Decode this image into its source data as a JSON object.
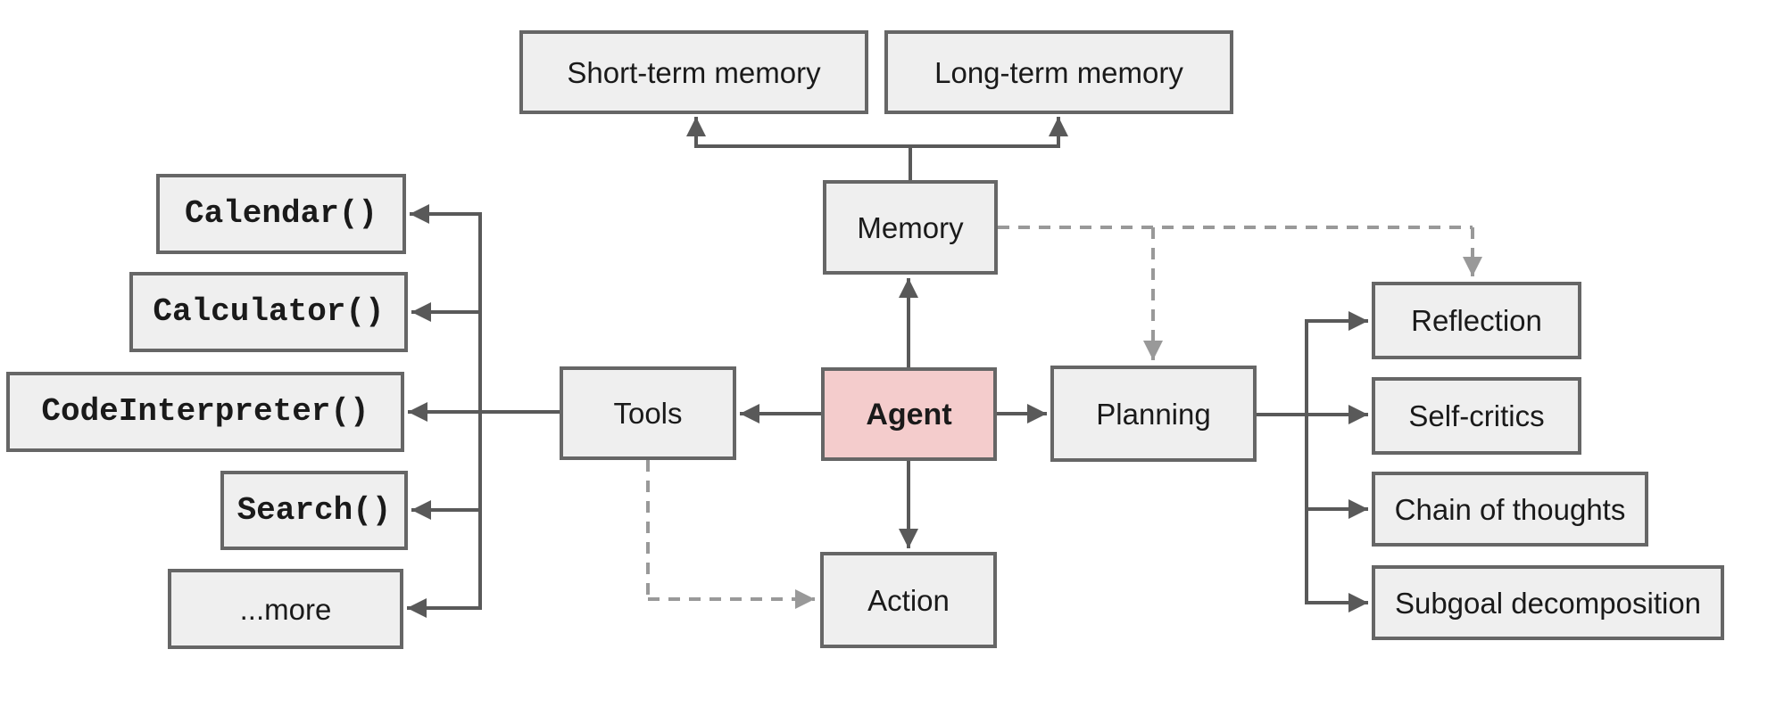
{
  "diagram": {
    "nodes": {
      "short_term_memory": {
        "label": "Short-term memory"
      },
      "long_term_memory": {
        "label": "Long-term memory"
      },
      "memory": {
        "label": "Memory"
      },
      "agent": {
        "label": "Agent"
      },
      "tools": {
        "label": "Tools"
      },
      "planning": {
        "label": "Planning"
      },
      "action": {
        "label": "Action"
      },
      "calendar": {
        "label": "Calendar()"
      },
      "calculator": {
        "label": "Calculator()"
      },
      "code_interpreter": {
        "label": "CodeInterpreter()"
      },
      "search": {
        "label": "Search()"
      },
      "more": {
        "label": "...more"
      },
      "reflection": {
        "label": "Reflection"
      },
      "self_critics": {
        "label": "Self-critics"
      },
      "chain_of_thoughts": {
        "label": "Chain of thoughts"
      },
      "subgoal_decomposition": {
        "label": "Subgoal decomposition"
      }
    },
    "colors": {
      "background": "#ffffff",
      "agent_fill": "#f4cccc",
      "node_fill": "#efefef",
      "node_border": "#666666",
      "solid_line": "#595959",
      "dashed_line": "#999999",
      "text": "#1a1a1a"
    }
  }
}
